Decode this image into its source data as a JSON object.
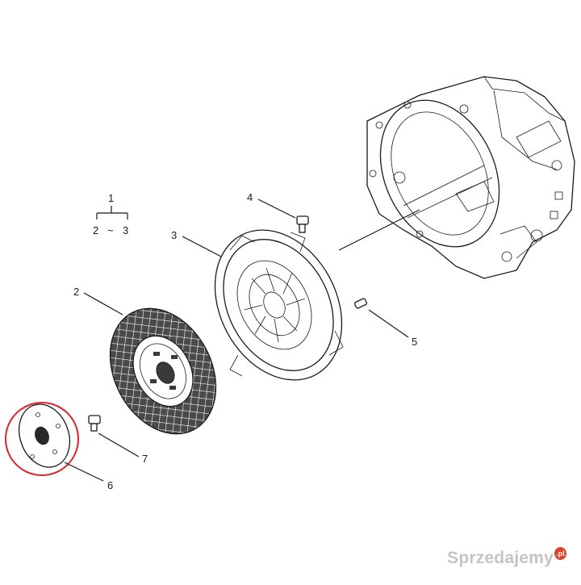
{
  "diagram": {
    "group": {
      "parent": "1",
      "child_a": "2",
      "range_sep": "~",
      "child_b": "3"
    },
    "callouts": [
      "2",
      "3",
      "4",
      "5",
      "6",
      "7"
    ],
    "highlight_color": "#d9232f"
  },
  "watermark": {
    "name": "Sprzedajemy",
    "tld": ".pl"
  }
}
